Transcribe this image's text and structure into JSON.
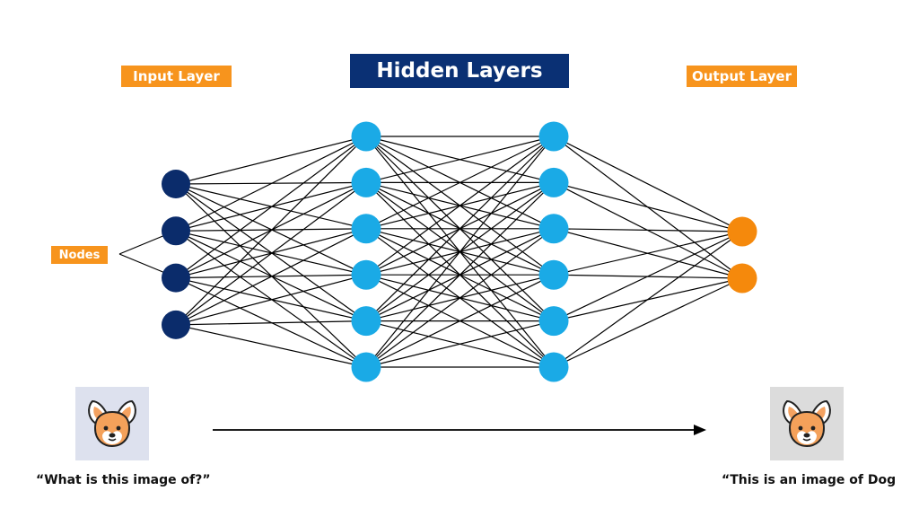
{
  "labels": {
    "input_layer": "Input Layer",
    "hidden_layers": "Hidden Layers",
    "output_layer": "Output Layer",
    "nodes": "Nodes"
  },
  "captions": {
    "input": "“What is this image of?”",
    "output": "“This is an image of Dog"
  },
  "network": {
    "layers": [
      {
        "name": "input",
        "nodes": 4
      },
      {
        "name": "hidden-1",
        "nodes": 6
      },
      {
        "name": "hidden-2",
        "nodes": 6
      },
      {
        "name": "output",
        "nodes": 2
      }
    ],
    "fully_connected": true
  },
  "colors": {
    "input_node": "#0b2c6b",
    "hidden_node": "#1aaae6",
    "output_node": "#f5890c",
    "edge": "#000000",
    "orange_tag": "#f7941d",
    "navy_tag": "#0a3074"
  },
  "icons": {
    "input_image": "dog-face-icon",
    "output_image": "dog-face-icon",
    "flow_arrow": "arrow-right-icon"
  }
}
